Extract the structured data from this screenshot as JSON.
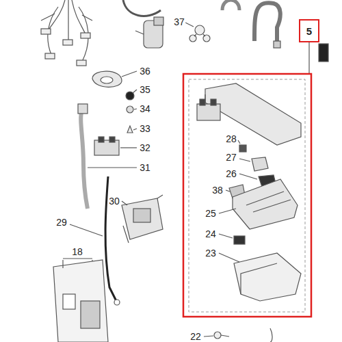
{
  "diagram": {
    "nodes": [
      {
        "text": [
          "5"
        ]
      }
    ],
    "labels": [
      "37",
      "36",
      "35",
      "34",
      "33",
      "32",
      "31",
      "30",
      "29",
      "18",
      "22",
      "28",
      "27",
      "26",
      "38",
      "25",
      "24",
      "23"
    ]
  }
}
